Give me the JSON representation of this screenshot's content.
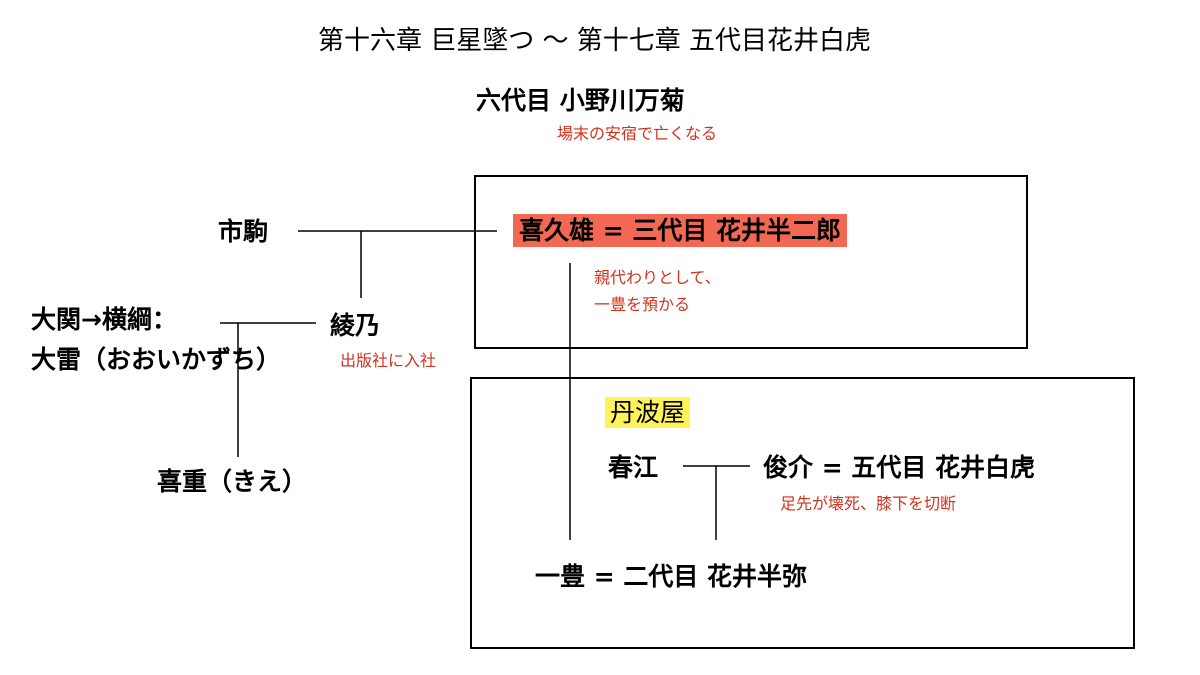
{
  "title": "第十六章 巨星墜つ 〜 第十七章 五代目花井白虎",
  "people": {
    "rokudaime": "六代目 小野川万菊",
    "ichikoma": "市駒",
    "kikuo": "喜久雄 = 三代目 花井半二郎",
    "ayano": "綾乃",
    "ozeki_line1": "大関→横綱：",
    "ozeki_line2": "大雷（おおいかずち）",
    "kie": "喜重（きえ）",
    "tanbaya": "丹波屋",
    "harue": "春江",
    "shunsuke": "俊介 = 五代目 花井白虎",
    "ippo": "一豊 = 二代目 花井半弥"
  },
  "notes": {
    "rokudaime": "場末の安宿で亡くなる",
    "kikuo_line1": "親代わりとして、",
    "kikuo_line2": "一豊を預かる",
    "ayano": "出版社に入社",
    "shunsuke": "足先が壊死、膝下を切断"
  },
  "colors": {
    "note_text": "#d2321e",
    "kikuo_highlight": "#f26852",
    "tanbaya_highlight": "#fff35c"
  }
}
